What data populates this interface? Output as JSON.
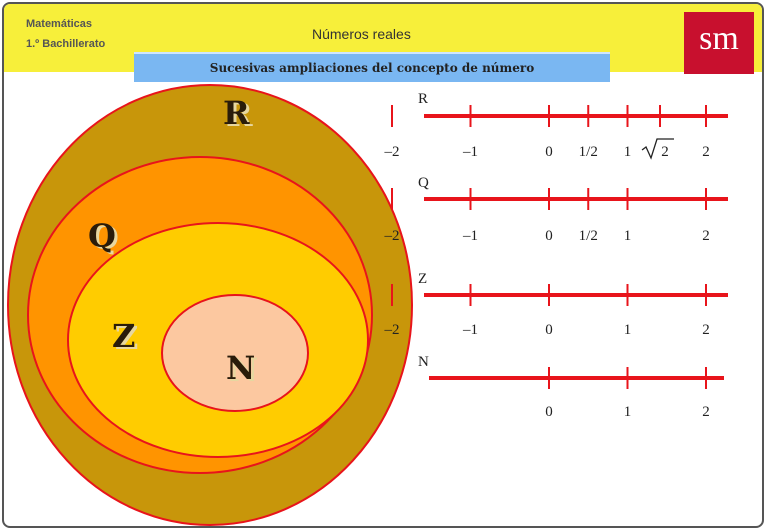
{
  "header": {
    "subject": "Matemáticas",
    "course": "1.º Bachillerato",
    "unit_title": "Números reales",
    "logo": "sm",
    "subtitle": "Sucesivas ampliaciones del concepto de número"
  },
  "colors": {
    "header_band": "#f7ef3a",
    "subtitle_bar": "#7ab7f2",
    "logo_red": "#c8102e",
    "axis_red": "#e8141b",
    "set_R": "#c8960a",
    "set_Q": "#ff9400",
    "set_Z": "#ffcc00",
    "set_N": "#fcc8a0",
    "set_border": "#e8141b"
  },
  "sets": [
    {
      "key": "R",
      "label": "R"
    },
    {
      "key": "Q",
      "label": "Q"
    },
    {
      "key": "Z",
      "label": "Z"
    },
    {
      "key": "N",
      "label": "N"
    }
  ],
  "number_lines": [
    {
      "name": "R",
      "ticks": [
        {
          "value": -2,
          "label": "–2"
        },
        {
          "value": -1,
          "label": "–1"
        },
        {
          "value": 0,
          "label": "0"
        },
        {
          "value": 0.5,
          "label": "1/2"
        },
        {
          "value": 1,
          "label": "1"
        },
        {
          "value": 1.4142,
          "label": "√2",
          "radical": true
        },
        {
          "value": 2,
          "label": "2"
        }
      ]
    },
    {
      "name": "Q",
      "ticks": [
        {
          "value": -2,
          "label": "–2"
        },
        {
          "value": -1,
          "label": "–1"
        },
        {
          "value": 0,
          "label": "0"
        },
        {
          "value": 0.5,
          "label": "1/2"
        },
        {
          "value": 1,
          "label": "1"
        },
        {
          "value": 2,
          "label": "2"
        }
      ]
    },
    {
      "name": "Z",
      "ticks": [
        {
          "value": -2,
          "label": "–2"
        },
        {
          "value": -1,
          "label": "–1"
        },
        {
          "value": 0,
          "label": "0"
        },
        {
          "value": 1,
          "label": "1"
        },
        {
          "value": 2,
          "label": "2"
        }
      ]
    },
    {
      "name": "N",
      "ticks": [
        {
          "value": 0,
          "label": "0"
        },
        {
          "value": 1,
          "label": "1"
        },
        {
          "value": 2,
          "label": "2"
        }
      ]
    }
  ]
}
